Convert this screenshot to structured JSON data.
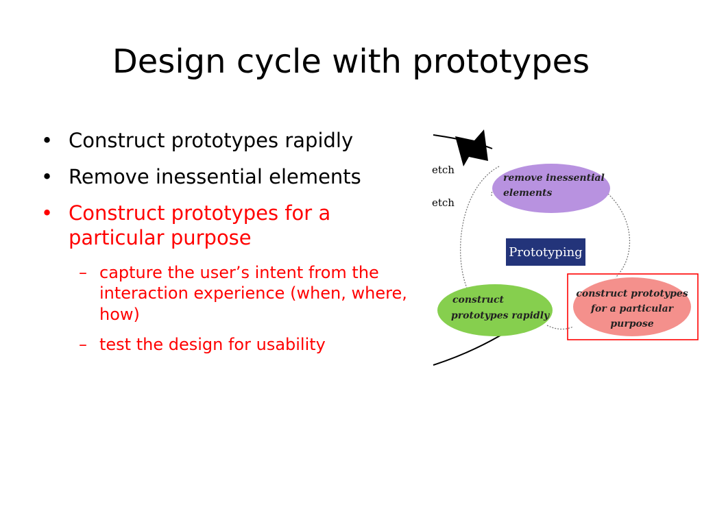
{
  "slide": {
    "title": "Design cycle with prototypes",
    "bullets": [
      {
        "text": "Construct prototypes rapidly",
        "color": "#000000"
      },
      {
        "text": "Remove inessential elements",
        "color": "#000000"
      },
      {
        "text": "Construct prototypes for a particular purpose",
        "color": "#ff0000"
      }
    ],
    "sub_bullets": [
      {
        "text": "capture the user’s intent from the interaction  experience (when, where, how)"
      },
      {
        "text": "test the design for usability"
      }
    ],
    "bullet_glyph": "•",
    "dash_glyph": "–"
  },
  "diagram": {
    "center_label": "Prototyping",
    "node_remove": {
      "line1": "remove inessential",
      "line2": "elements",
      "color": "#b892e0"
    },
    "node_construct": {
      "line1": "construct",
      "line2": "prototypes rapidly",
      "color": "#86cf4e"
    },
    "node_purpose": {
      "line1": "construct prototypes",
      "line2": "for a particular",
      "line3": "purpose",
      "color": "#f4908c"
    },
    "partial_label_1": "etch",
    "partial_label_2": "etch",
    "highlight_color": "#ff0000",
    "center_box_color": "#23347a"
  }
}
